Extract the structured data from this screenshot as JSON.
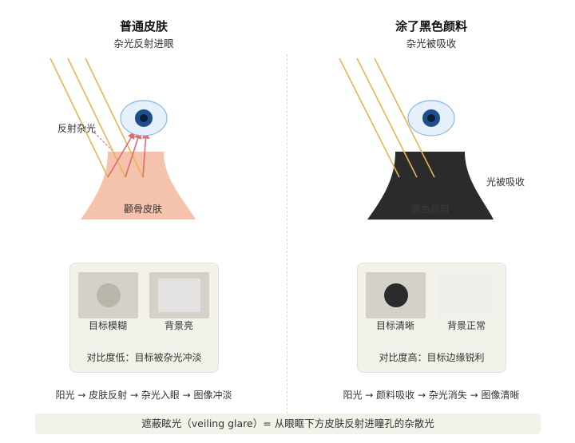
{
  "left": {
    "title": "普通皮肤",
    "subtitle": "杂光反射进眼",
    "reflect_label": "反射杂光",
    "body_label": "颧骨皮肤",
    "card": {
      "item1": "目标模糊",
      "item2": "背景亮",
      "caption": "对比度低：目标被杂光冲淡"
    },
    "flow": "阳光 → 皮肤反射 → 杂光入眼 → 图像冲淡"
  },
  "right": {
    "title": "涂了黑色颜料",
    "subtitle": "杂光被吸收",
    "absorb_label": "光被吸收",
    "body_label": "黑色颜料",
    "card": {
      "item1": "目标清晰",
      "item2": "背景正常",
      "caption": "对比度高：目标边缘锐利"
    },
    "flow": "阳光 → 颜料吸收 → 杂光消失 → 图像清晰"
  },
  "footer": "遮蔽眩光（veiling glare）= 从眼眶下方皮肤反射进瞳孔的杂散光",
  "colors": {
    "skin": "#f5c2ae",
    "paint": "#2b2b2b",
    "sun_ray": "#e9b550",
    "glare_ray": "#e06a70",
    "eye_white": "#e6f0fa",
    "eye_outline": "#8bb6e0",
    "iris": "#1d4f8a",
    "pupil": "#0c1e3a",
    "card_bg": "#f3f2ea",
    "swatch_bg": "#d4d2c8",
    "bright_bg": "#e3e2e0",
    "normal_bg": "#f0efe9"
  }
}
